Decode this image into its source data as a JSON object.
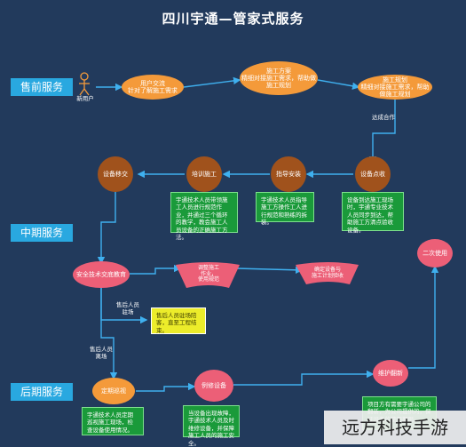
{
  "title": "四川宇通—管家式服务",
  "phases": {
    "pre": "售前服务",
    "mid": "中期服务",
    "post": "后期服务"
  },
  "new_user_label": "新用户",
  "nodes": {
    "n1": "用户交流\n针对了解施工需求",
    "n2": "施工方案\n精细对接施工需求，帮助做施工规划",
    "n3": "施工规划\n精细对接施工需求，帮助做施工规划",
    "n4": "设备点收",
    "n5": "指导安装",
    "n6": "培训施工",
    "n7": "设备移交",
    "n8": "安全技术交底教育",
    "n9": "调整施工\n作业，\n使用规范",
    "n10": "确定设备与\n施工计划验收",
    "n11": "二次使用",
    "n12": "定期巡视",
    "n13": "例修设备",
    "n14": "维护翻新"
  },
  "edge_labels": {
    "agree": "达成合作",
    "staff_stay": "售后人员\n驻场",
    "staff_leave": "售后人员\n离场"
  },
  "boxes": {
    "b_train": "宇通技术人员带领施工人员进行规范作业，并通过三个循环的教学，教会施工人员设备的正确施工方法。",
    "b_guide": "宇通技术人员指导施工方操作工人进行规范和熟练的拆装。",
    "b_check": "设备到达施工现场时，宇通专业技术人员同步到达，帮助施工方清点验收设备。",
    "b_onsite": "售后人员驻场陪客，直至工程结束。",
    "b_patrol": "宇通技术人员定期巡视施工现场，检查设备使用情况。",
    "b_repair": "当设备出现故障，宇通技术人员及时维修设备，并保障施工人员的施工安全。",
    "b_renew": "项目方有需要宇通公司的翻新，为公司提供的，保证设备的使用期限。"
  },
  "watermark": "远方科技手游",
  "colors": {
    "background": "#223a5c",
    "orange": "#f49a3a",
    "brown": "#a0521c",
    "pink": "#ec5f77",
    "arrow": "#3fb0ef"
  }
}
